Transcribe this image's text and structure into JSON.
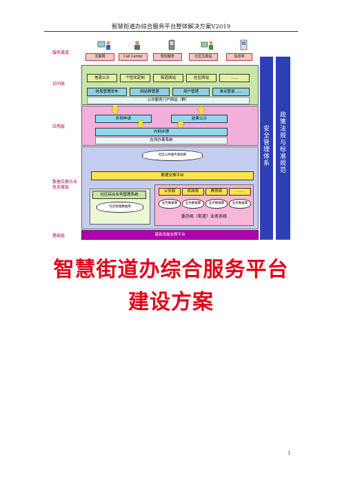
{
  "header": {
    "text": "智慧街道办综合服务平台整体解决方案V2019"
  },
  "diagram": {
    "layers": {
      "service_channel": "服务渠道",
      "access": "访问层",
      "application": "应用层",
      "data": "数据交换与业务支撑层",
      "infra": "基础层"
    },
    "channels": [
      "互联网",
      "Call Center",
      "短信服务",
      "社区互助站",
      "信息亭"
    ],
    "access_row1": [
      "信息公示",
      "个性化定制",
      "街道网站",
      "社区网站",
      "……"
    ],
    "access_row2": [
      "信息管理发布",
      "网站群管理",
      "用户管理",
      "单点登录……"
    ],
    "portal": "公共服务门户网站（群）",
    "app_outer": "外网申请",
    "app_result": "结果公示",
    "app_inner": "内网办理",
    "app_system": "在线办事系统",
    "public_db": "社区公共服务基础库",
    "exchange": "数据交换平台",
    "community_system": "社区综合业务管理系统",
    "community_db": "综合管理数据库",
    "agencies": [
      "公安局",
      "民政局",
      "教育局",
      "……"
    ],
    "biz_dbs": [
      "业务数据库",
      "业务数据库",
      "业务数据库",
      "业务数据库"
    ],
    "agency_system": "委办局（街道）业务系统",
    "infra_platform": "基础设施支撑平台",
    "security": "安全管理体系",
    "policy": "政策法规与标准规范"
  },
  "title_line1": "智慧街道办综合服务平台",
  "title_line2": "建设方案",
  "page_number": "1"
}
